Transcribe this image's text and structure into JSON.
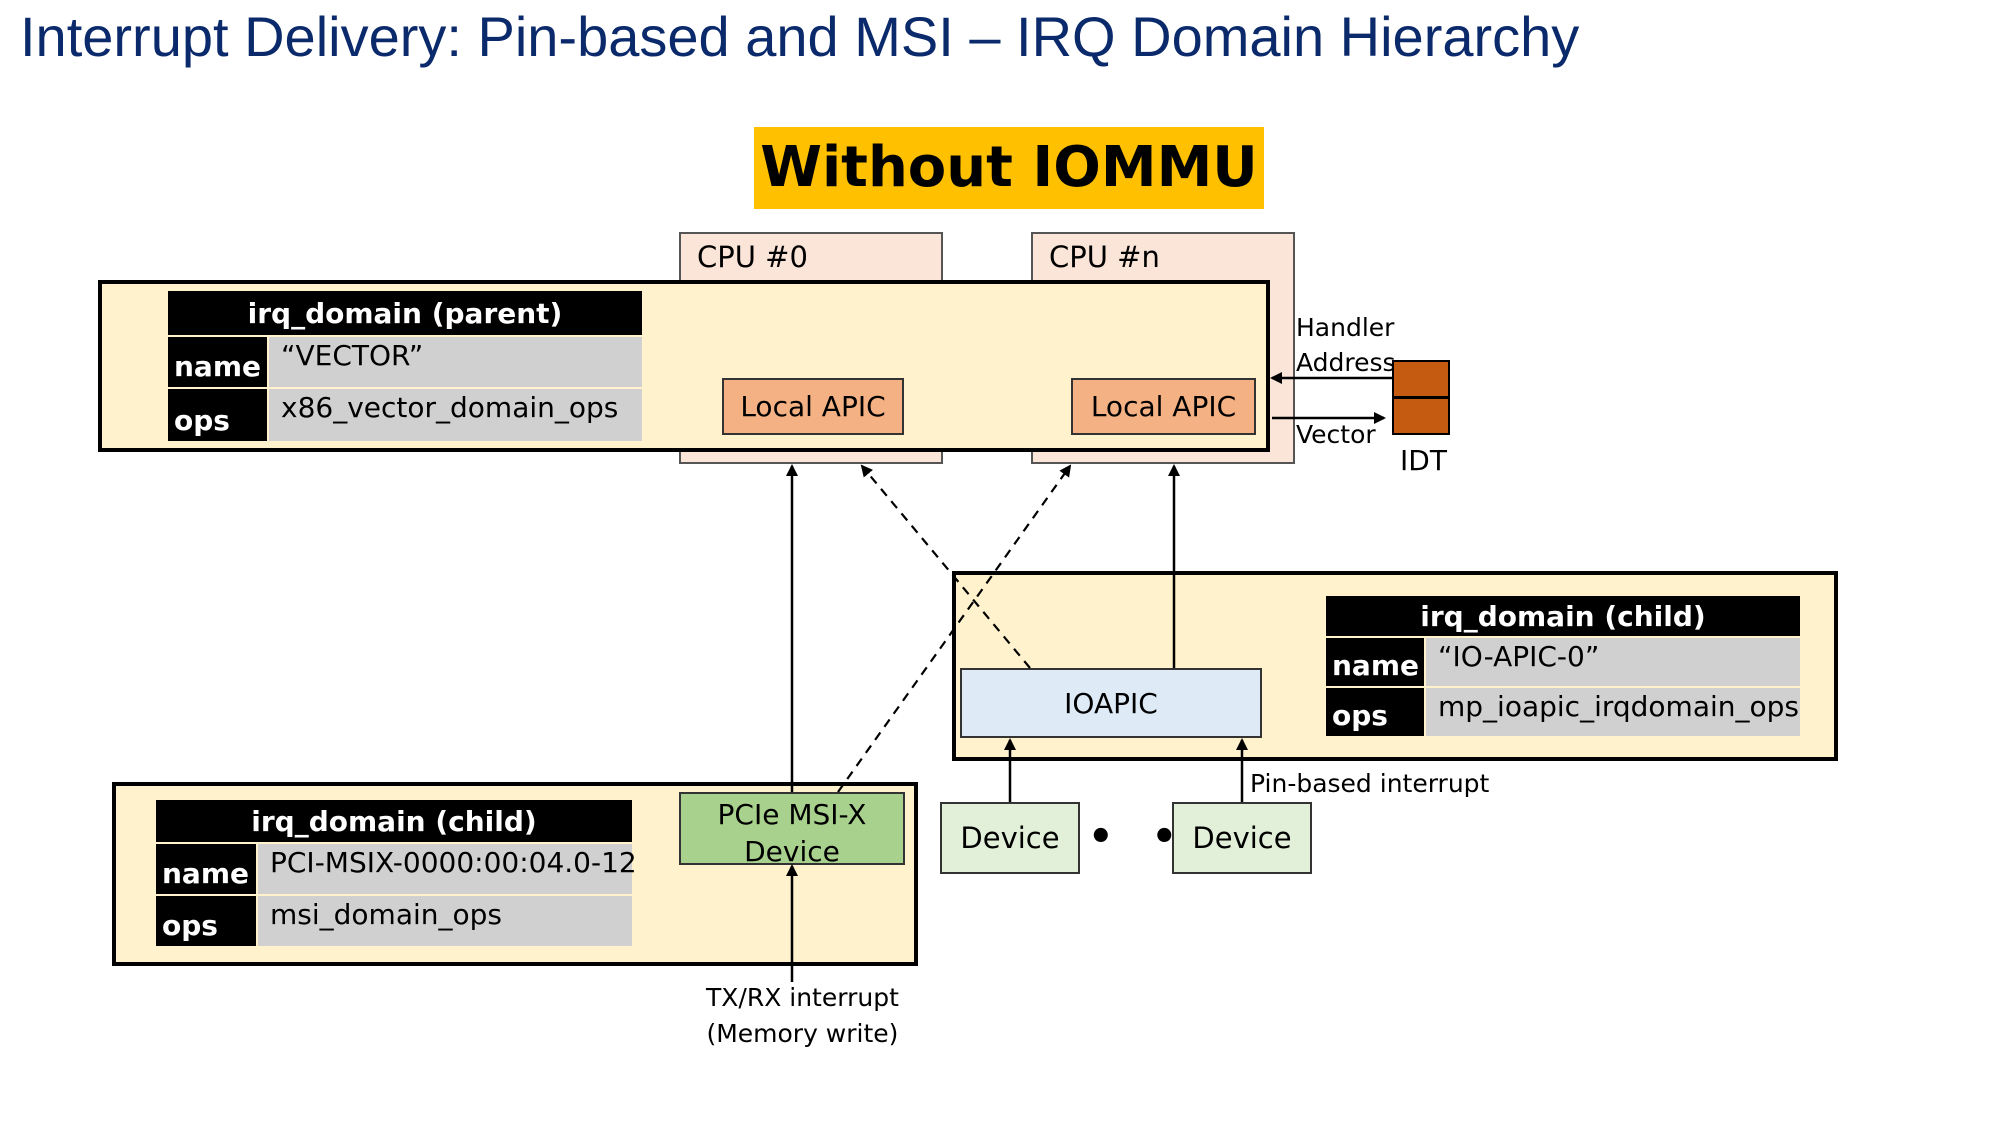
{
  "title": "Interrupt Delivery: Pin-based and MSI – IRQ Domain Hierarchy",
  "badge": "Without IOMMU",
  "cpus": [
    "CPU #0",
    "CPU #n"
  ],
  "local_apic": "Local APIC",
  "parent_domain": {
    "header": "irq_domain (parent)",
    "name_key": "name",
    "name_value": "“VECTOR”",
    "ops_key": "ops",
    "ops_value": "x86_vector_domain_ops"
  },
  "ioapic_domain": {
    "header": "irq_domain (child)",
    "name_key": "name",
    "name_value": "“IO-APIC-0”",
    "ops_key": "ops",
    "ops_value": "mp_ioapic_irqdomain_ops"
  },
  "msix_domain": {
    "header": "irq_domain (child)",
    "name_key": "name",
    "name_value": "PCI-MSIX-0000:00:04.0-12",
    "ops_key": "ops",
    "ops_value": "msi_domain_ops"
  },
  "ioapic": "IOAPIC",
  "msix_device": [
    "PCIe MSI-X",
    "Device"
  ],
  "device": "Device",
  "dots": "• • •",
  "idt": "IDT",
  "handler_address": [
    "Handler",
    "Address"
  ],
  "vector": "Vector",
  "pin_based": "Pin-based interrupt",
  "txrx": [
    "TX/RX interrupt",
    "(Memory write)"
  ]
}
